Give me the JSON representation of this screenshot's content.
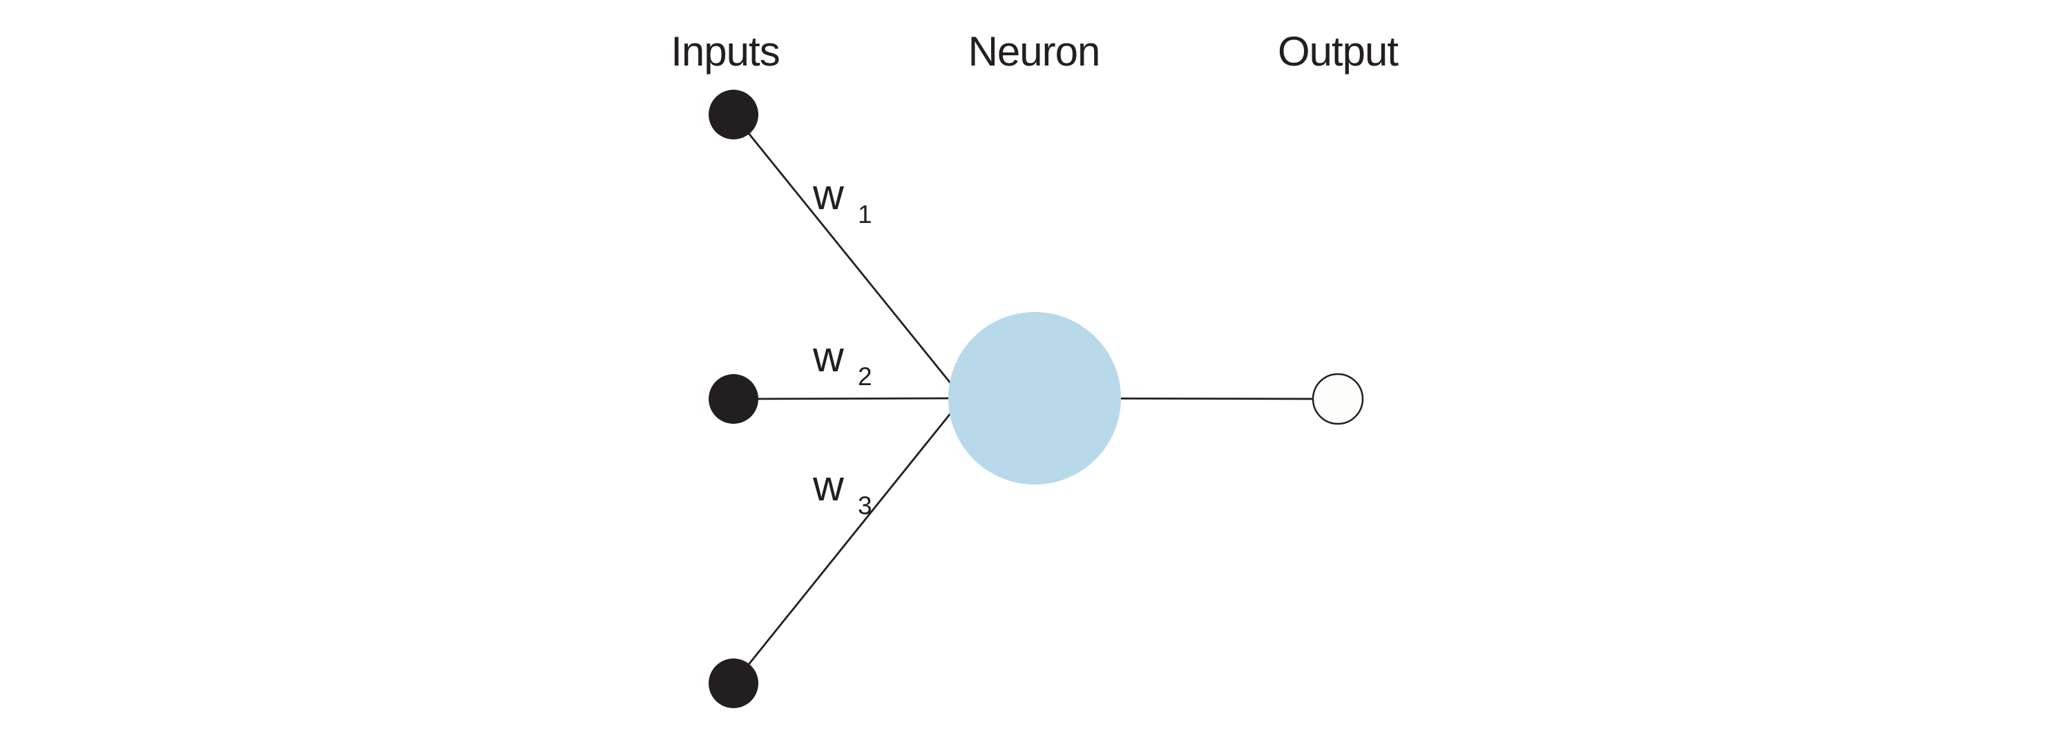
{
  "figure": {
    "headers": {
      "inputs": "Inputs",
      "neuron": "Neuron",
      "output": "Output"
    },
    "weights": [
      {
        "base": "w",
        "sub": "1"
      },
      {
        "base": "w",
        "sub": "2"
      },
      {
        "base": "w",
        "sub": "3"
      }
    ],
    "colors": {
      "ink": "#231f20",
      "neuron_fill": "#b8d9ea",
      "output_fill": "#fdfdfb",
      "background": "#ffffff"
    }
  }
}
